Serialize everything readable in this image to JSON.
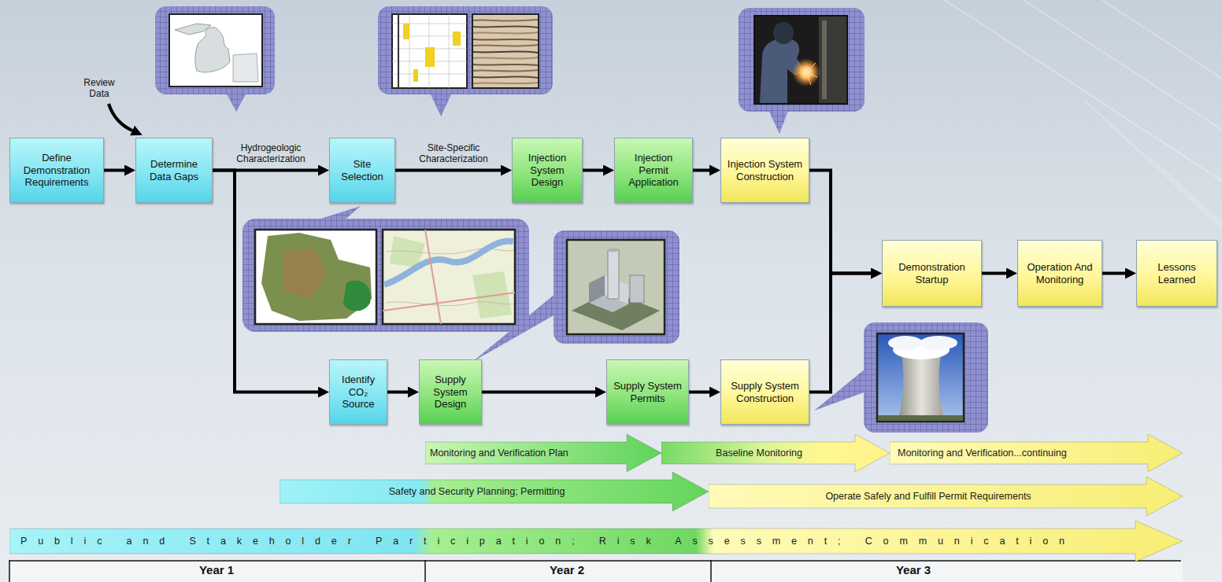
{
  "diagram": {
    "nodes": [
      {
        "text": [
          "Define Demonstration Requirements"
        ]
      },
      {
        "text": [
          "Determine Data Gaps"
        ]
      },
      {
        "text": [
          "Site Selection"
        ]
      },
      {
        "text": [
          "Injection System Design"
        ]
      },
      {
        "text": [
          "Injection Permit Application"
        ]
      },
      {
        "text": [
          "Injection System Construction"
        ]
      },
      {
        "text": [
          "Demonstration Startup"
        ]
      },
      {
        "text": [
          "Operation And Monitoring"
        ]
      },
      {
        "text": [
          "Lessons Learned"
        ]
      },
      {
        "text": [
          "Identify CO₂ Source"
        ]
      },
      {
        "text": [
          "Supply System Design"
        ]
      },
      {
        "text": [
          "Supply System Permits"
        ]
      },
      {
        "text": [
          "Supply System Construction"
        ]
      },
      {
        "text": [
          "Monitoring and Verification Plan"
        ]
      },
      {
        "text": [
          "Baseline Monitoring"
        ]
      },
      {
        "text": [
          "Monitoring and Verification...continuing"
        ]
      },
      {
        "text": [
          "Safety and Security Planning; Permitting"
        ]
      },
      {
        "text": [
          "Operate Safely and Fulfill Permit Requirements"
        ]
      },
      {
        "text": [
          "Public and Stakeholder Participation; Risk Assessment; Communication"
        ]
      }
    ],
    "edges": [
      {
        "from": 0,
        "to": 1,
        "arrow": "to"
      },
      {
        "from": 1,
        "to": 2,
        "label": "Hydrogeologic Characterization",
        "arrow": "to"
      },
      {
        "from": 1,
        "to": 9,
        "arrow": "to"
      },
      {
        "from": 2,
        "to": 3,
        "label": "Site-Specific Characterization",
        "arrow": "to"
      },
      {
        "from": 3,
        "to": 4,
        "arrow": "to"
      },
      {
        "from": 4,
        "to": 5,
        "arrow": "to"
      },
      {
        "from": 5,
        "to": 6,
        "arrow": "to"
      },
      {
        "from": 12,
        "to": 6,
        "arrow": "to"
      },
      {
        "from": 6,
        "to": 7,
        "arrow": "to"
      },
      {
        "from": 7,
        "to": 8,
        "arrow": "to"
      },
      {
        "from": 9,
        "to": 10,
        "arrow": "to"
      },
      {
        "from": 10,
        "to": 11,
        "arrow": "to"
      },
      {
        "from": 11,
        "to": 12,
        "arrow": "to"
      }
    ],
    "labels": [
      "Review Data",
      "Year 1",
      "Year 2",
      "Year 3"
    ]
  }
}
